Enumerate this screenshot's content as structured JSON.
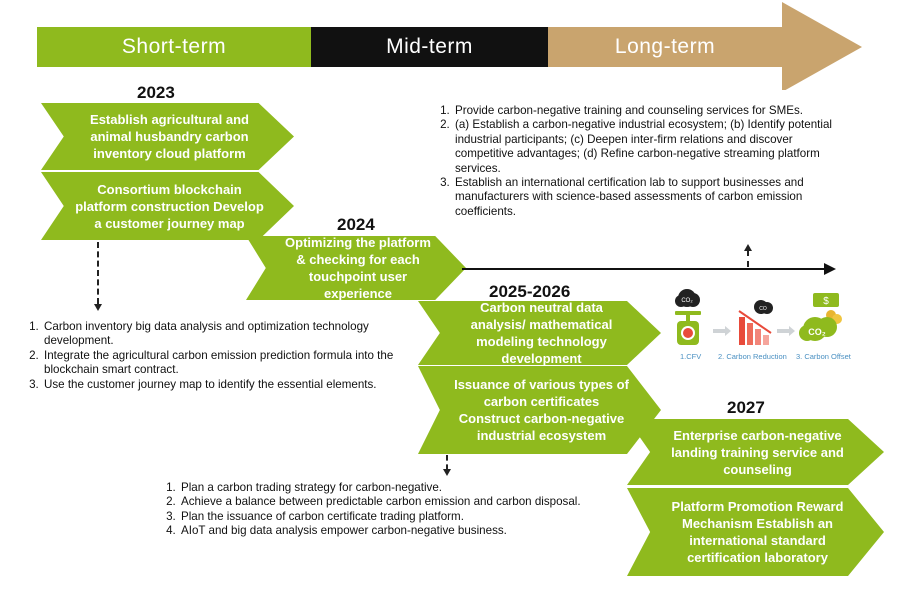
{
  "phases": [
    {
      "label": "Short-term",
      "color": "#8fba1e"
    },
    {
      "label": "Mid-term",
      "color": "#111111"
    },
    {
      "label": "Long-term",
      "color": "#c9a46e"
    }
  ],
  "years": {
    "y2023": "2023",
    "y2024": "2024",
    "y2025": "2025-2026",
    "y2027": "2027"
  },
  "boxes": {
    "b2023a": "Establish agricultural and animal husbandry carbon inventory cloud platform",
    "b2023b": "Consortium blockchain platform construction Develop a customer journey map",
    "b2024": "Optimizing the platform & checking for each touchpoint user experience",
    "b2025a": "Carbon neutral data analysis/ mathematical modeling technology development",
    "b2025b": "Issuance of various types of carbon certificates Construct carbon-negative industrial ecosystem",
    "b2027a": "Enterprise carbon-negative landing training service and counseling",
    "b2027b": "Platform Promotion Reward Mechanism Establish an international standard certification laboratory"
  },
  "notes_short": [
    "Carbon inventory big data analysis and optimization technology development.",
    "Integrate the agricultural carbon emission prediction formula into the blockchain smart contract.",
    "Use the customer journey map to identify the essential elements."
  ],
  "notes_mid": [
    "Plan a carbon trading strategy for carbon-negative.",
    "Achieve a balance between predictable carbon emission and carbon disposal.",
    "Plan the issuance of carbon certificate trading platform.",
    "AIoT and big data analysis empower carbon-negative business."
  ],
  "notes_long": [
    "Provide carbon-negative training and counseling services for SMEs.",
    "(a) Establish a carbon-negative industrial ecosystem; (b) Identify potential industrial participants; (c) Deepen inter-firm relations and discover competitive advantages; (d) Refine carbon-negative streaming platform services.",
    "Establish an international certification lab to support businesses and manufacturers with science-based assessments of carbon emission coefficients."
  ],
  "illustration": {
    "steps": [
      "1.CFV",
      "2. Carbon Reduction",
      "3. Carbon Offset"
    ],
    "co2_label": "CO₂",
    "co2_label_small": "CO",
    "dollar_label": "$",
    "accent": "#4a90c2"
  }
}
